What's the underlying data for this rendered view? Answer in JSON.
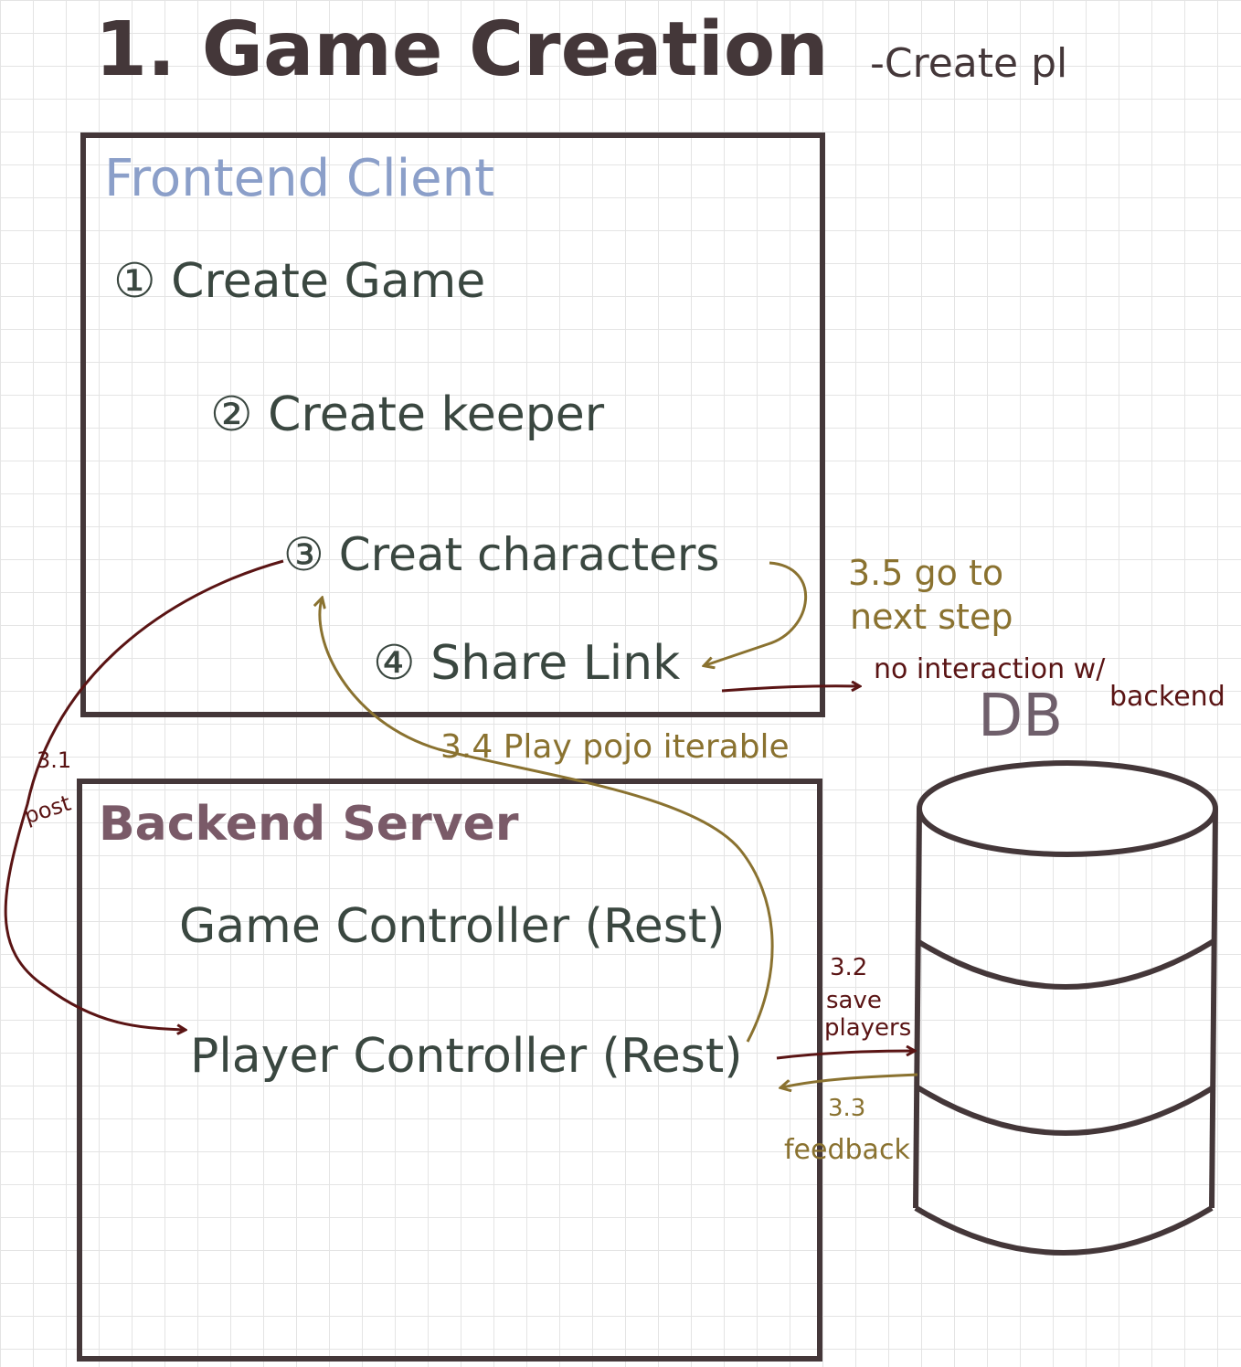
{
  "title": {
    "main": "1. Game Creation",
    "side": "-Create pl"
  },
  "colors": {
    "ink": "#443739",
    "step_text": "#3a4740",
    "frontend_label": "#8b9fc9",
    "backend_label": "#7a5a68",
    "post_arrow": "#5a1414",
    "response_arrow": "#8a7230",
    "db_label": "#6f5f6b"
  },
  "frontend": {
    "label": "Frontend Client",
    "steps": [
      "① Create Game",
      "② Create keeper",
      "③ Creat characters",
      "④ Share Link"
    ]
  },
  "backend": {
    "label": "Backend Server",
    "controllers": [
      "Game Controller (Rest)",
      "Player Controller (Rest)"
    ]
  },
  "database": {
    "label": "DB"
  },
  "annotations": {
    "post_num": "3.1",
    "post_word": "post",
    "save_num": "3.2",
    "save_line1": "save",
    "save_line2": "players",
    "feedback_num": "3.3",
    "feedback_word": "feedback",
    "pojo": "3.4 Play pojo iterable",
    "next_line1": "3.5 go to",
    "next_line2": "next step",
    "no_interaction_line1": "no interaction w/",
    "no_interaction_line2": "backend"
  }
}
